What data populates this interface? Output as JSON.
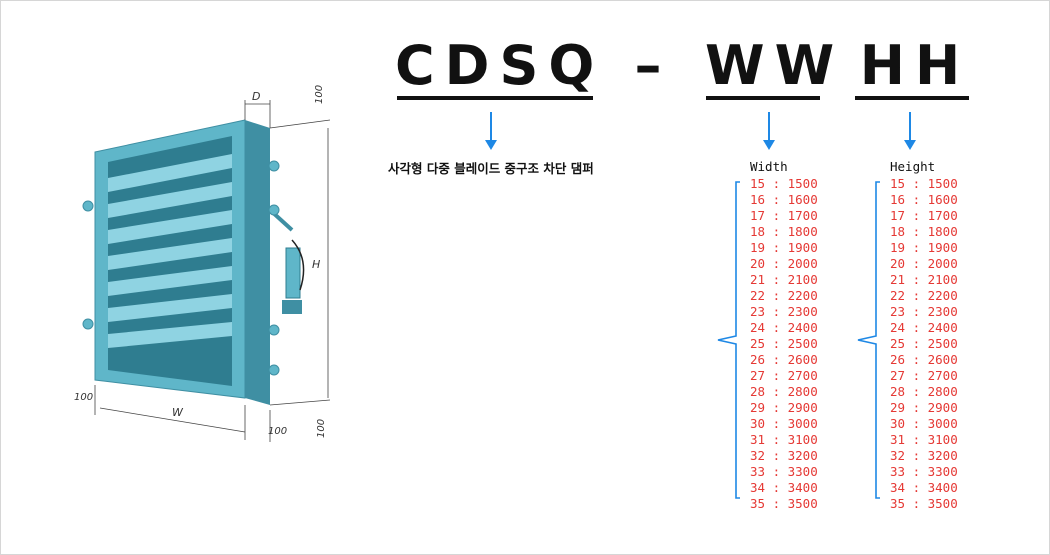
{
  "code": {
    "seg1": "CDSQ",
    "dash": "–",
    "seg2": "WW",
    "seg3": "HH"
  },
  "product_name": "사각형 다중 블레이드 중구조 차단 댐퍼",
  "drawing": {
    "dim_d": "D",
    "dim_w": "W",
    "dim_h": "H",
    "dim_100_top": "100",
    "dim_100_left": "100",
    "dim_100_bottom": "100",
    "dim_100_right": "100"
  },
  "width_col": {
    "header": "Width",
    "items": [
      "15 : 1500",
      "16 : 1600",
      "17 : 1700",
      "18 : 1800",
      "19 : 1900",
      "20 : 2000",
      "21 : 2100",
      "22 : 2200",
      "23 : 2300",
      "24 : 2400",
      "25 : 2500",
      "26 : 2600",
      "27 : 2700",
      "28 : 2800",
      "29 : 2900",
      "30 : 3000",
      "31 : 3100",
      "32 : 3200",
      "33 : 3300",
      "34 : 3400",
      "35 : 3500"
    ]
  },
  "height_col": {
    "header": "Height",
    "items": [
      "15 : 1500",
      "16 : 1600",
      "17 : 1700",
      "18 : 1800",
      "19 : 1900",
      "20 : 2000",
      "21 : 2100",
      "22 : 2200",
      "23 : 2300",
      "24 : 2400",
      "25 : 2500",
      "26 : 2600",
      "27 : 2700",
      "28 : 2800",
      "29 : 2900",
      "30 : 3000",
      "31 : 3100",
      "32 : 3200",
      "33 : 3300",
      "34 : 3400",
      "35 : 3500"
    ]
  },
  "colors": {
    "accent_blue": "#1e88e5",
    "list_red": "#e53935",
    "damper_body": "#5fb6c9",
    "damper_dark": "#3f8fa3"
  }
}
